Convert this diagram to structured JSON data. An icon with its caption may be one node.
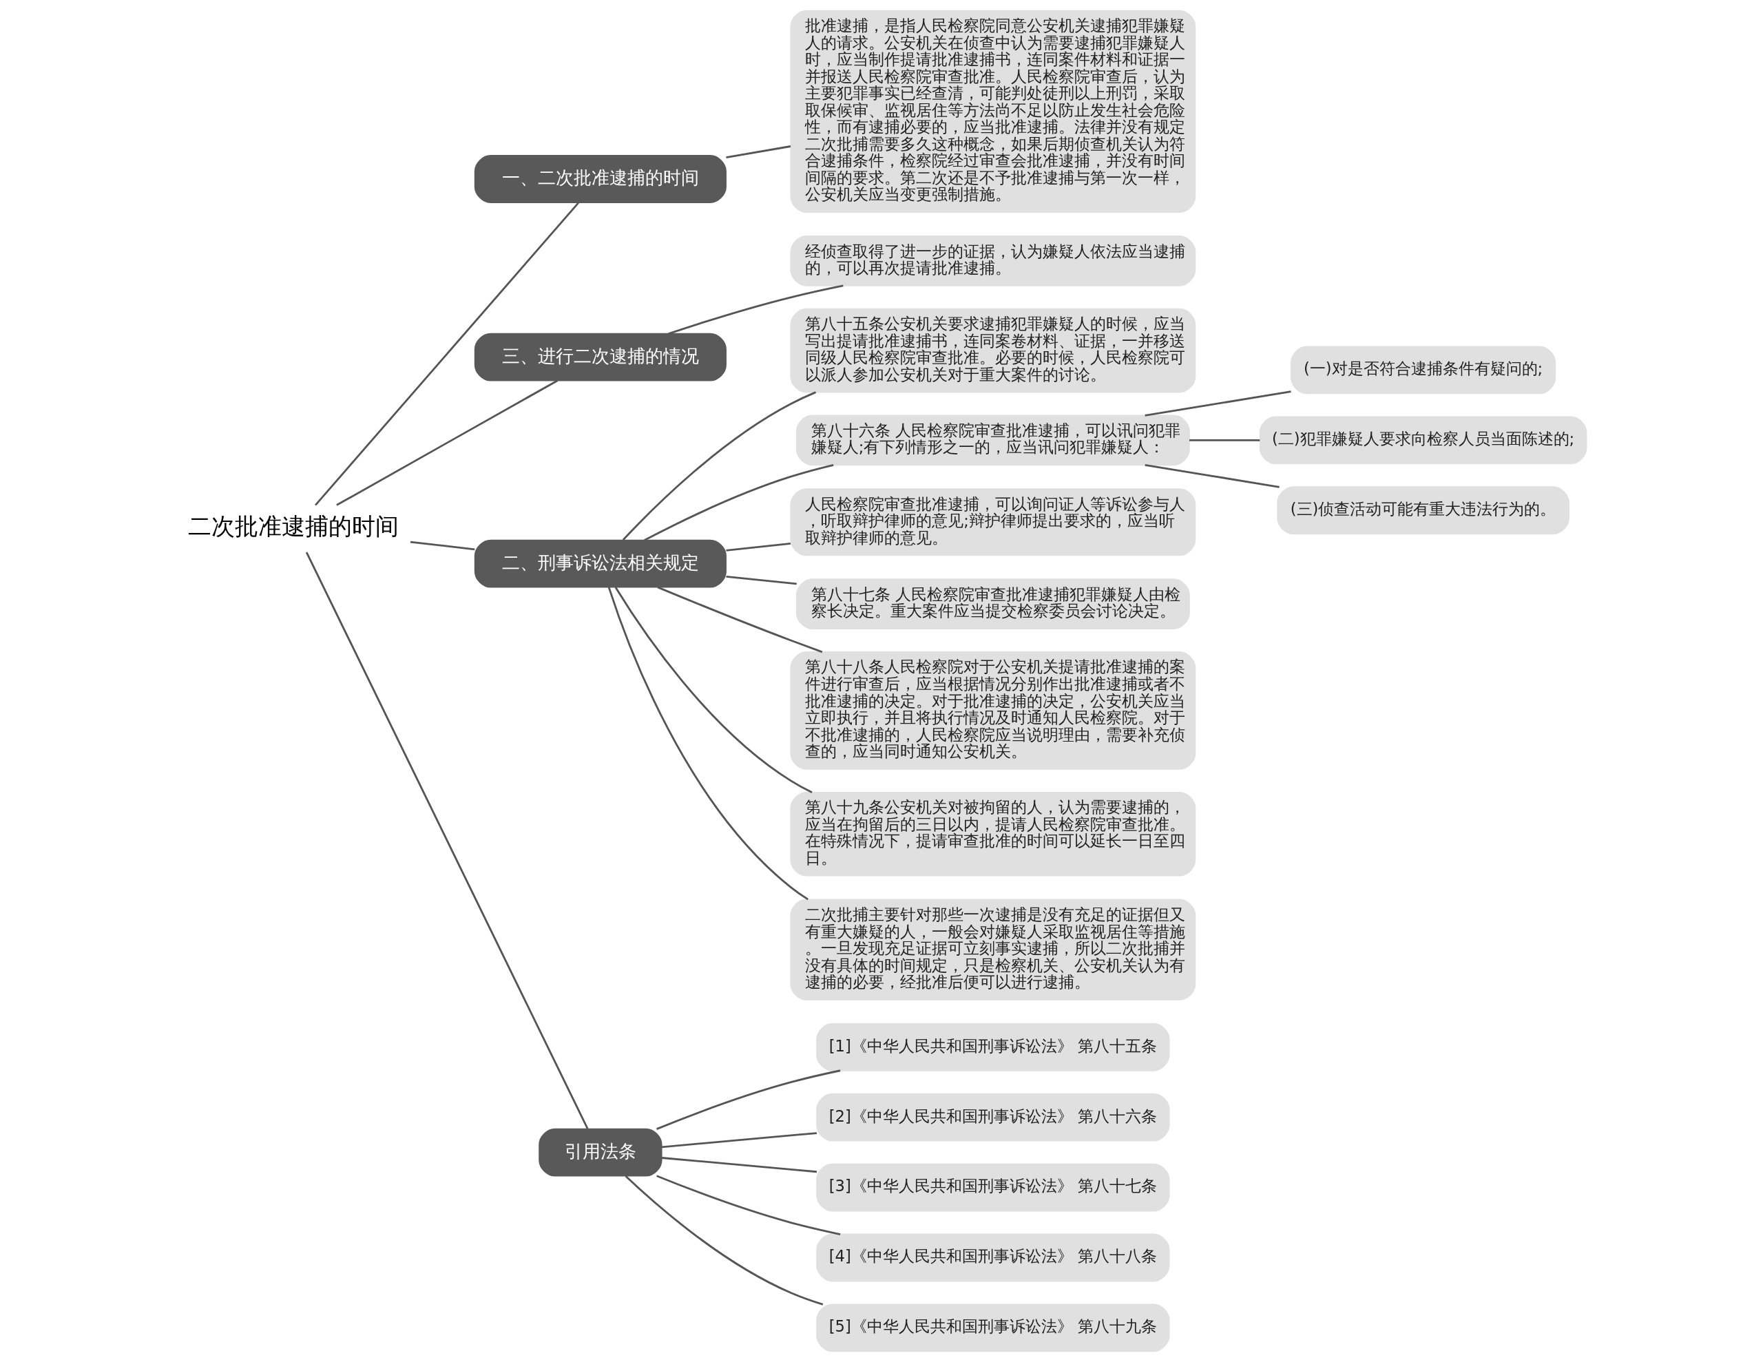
{
  "diagram": {
    "nodes": [
      {
        "text": [
          "二次批准逮捕的时间"
        ]
      },
      {
        "text": [
          "一、二次批准逮捕的时间"
        ]
      },
      {
        "text": [
          "批准逮捕，是指人民检察院同意公安机关逮捕犯罪嫌疑人的请求。公安机关在侦查中认为需要逮捕犯罪嫌疑人时，应当制作提请批准逮捕书，连同案件材料和证据一并报送人民检察院审查批准。人民检察院审查后，认为主要犯罪事实已经查清，可能判处徒刑以上刑罚，采取取保候审、监视居住等方法尚不足以防止发生社会危险性，而有逮捕必要的，应当批准逮捕。法律并没有规定二次批捕需要多久这种概念，如果后期侦查机关认为符合逮捕条件，检察院经过审查会批准逮捕，并没有时间间隔的要求。第二次还是不予批准逮捕与第一次一样，公安机关应当变更强制措施。"
        ]
      },
      {
        "text": [
          "三、进行二次逮捕的情况"
        ]
      },
      {
        "text": [
          "经侦查取得了进一步的证据，认为嫌疑人依法应当逮捕的，可以再次提请批准逮捕。"
        ]
      },
      {
        "text": [
          "二、刑事诉讼法相关规定"
        ]
      },
      {
        "text": [
          "第八十五条公安机关要求逮捕犯罪嫌疑人的时候，应当写出提请批准逮捕书，连同案卷材料、证据，一并移送同级人民检察院审查批准。必要的时候，人民检察院可以派人参加公安机关对于重大案件的讨论。"
        ]
      },
      {
        "text": [
          "第八十六条 人民检察院审查批准逮捕，可以讯问犯罪嫌疑人;有下列情形之一的，应当讯问犯罪嫌疑人："
        ]
      },
      {
        "text": [
          "(一)对是否符合逮捕条件有疑问的;"
        ]
      },
      {
        "text": [
          "(二)犯罪嫌疑人要求向检察人员当面陈述的;"
        ]
      },
      {
        "text": [
          "(三)侦查活动可能有重大违法行为的。"
        ]
      },
      {
        "text": [
          "人民检察院审查批准逮捕，可以询问证人等诉讼参与人，听取辩护律师的意见;辩护律师提出要求的，应当听取辩护律师的意见。"
        ]
      },
      {
        "text": [
          "第八十七条 人民检察院审查批准逮捕犯罪嫌疑人由检察长决定。重大案件应当提交检察委员会讨论决定。"
        ]
      },
      {
        "text": [
          "第八十八条人民检察院对于公安机关提请批准逮捕的案件进行审查后，应当根据情况分别作出批准逮捕或者不批准逮捕的决定。对于批准逮捕的决定，公安机关应当立即执行，并且将执行情况及时通知人民检察院。对于不批准逮捕的，人民检察院应当说明理由，需要补充侦查的，应当同时通知公安机关。"
        ]
      },
      {
        "text": [
          "第八十九条公安机关对被拘留的人，认为需要逮捕的，应当在拘留后的三日以内，提请人民检察院审查批准。在特殊情况下，提请审查批准的时间可以延长一日至四日。"
        ]
      },
      {
        "text": [
          "二次批捕主要针对那些一次逮捕是没有充足的证据但又有重大嫌疑的人，一般会对嫌疑人采取监视居住等措施。一旦发现充足证据可立刻事实逮捕，所以二次批捕并没有具体的时间规定，只是检察机关、公安机关认为有逮捕的必要，经批准后便可以进行逮捕。"
        ]
      },
      {
        "text": [
          "引用法条"
        ]
      },
      {
        "text": [
          "[1]《中华人民共和国刑事诉讼法》 第八十五条"
        ]
      },
      {
        "text": [
          "[2]《中华人民共和国刑事诉讼法》 第八十六条"
        ]
      },
      {
        "text": [
          "[3]《中华人民共和国刑事诉讼法》 第八十七条"
        ]
      },
      {
        "text": [
          "[4]《中华人民共和国刑事诉讼法》 第八十八条"
        ]
      },
      {
        "text": [
          "[5]《中华人民共和国刑事诉讼法》 第八十九条"
        ]
      }
    ],
    "edges": [
      {
        "from": 0,
        "to": 1,
        "arrow": "none"
      },
      {
        "from": 1,
        "to": 2,
        "arrow": "none"
      },
      {
        "from": 0,
        "to": 3,
        "arrow": "none"
      },
      {
        "from": 3,
        "to": 4,
        "arrow": "none"
      },
      {
        "from": 0,
        "to": 5,
        "arrow": "none"
      },
      {
        "from": 5,
        "to": 6,
        "arrow": "none"
      },
      {
        "from": 5,
        "to": 7,
        "arrow": "none"
      },
      {
        "from": 7,
        "to": 8,
        "arrow": "none"
      },
      {
        "from": 7,
        "to": 9,
        "arrow": "none"
      },
      {
        "from": 7,
        "to": 10,
        "arrow": "none"
      },
      {
        "from": 5,
        "to": 11,
        "arrow": "none"
      },
      {
        "from": 5,
        "to": 12,
        "arrow": "none"
      },
      {
        "from": 5,
        "to": 13,
        "arrow": "none"
      },
      {
        "from": 5,
        "to": 14,
        "arrow": "none"
      },
      {
        "from": 5,
        "to": 15,
        "arrow": "none"
      },
      {
        "from": 0,
        "to": 16,
        "arrow": "none"
      },
      {
        "from": 16,
        "to": 17,
        "arrow": "none"
      },
      {
        "from": 16,
        "to": 18,
        "arrow": "none"
      },
      {
        "from": 16,
        "to": 19,
        "arrow": "none"
      },
      {
        "from": 16,
        "to": 20,
        "arrow": "none"
      },
      {
        "from": 16,
        "to": 21,
        "arrow": "none"
      }
    ]
  }
}
